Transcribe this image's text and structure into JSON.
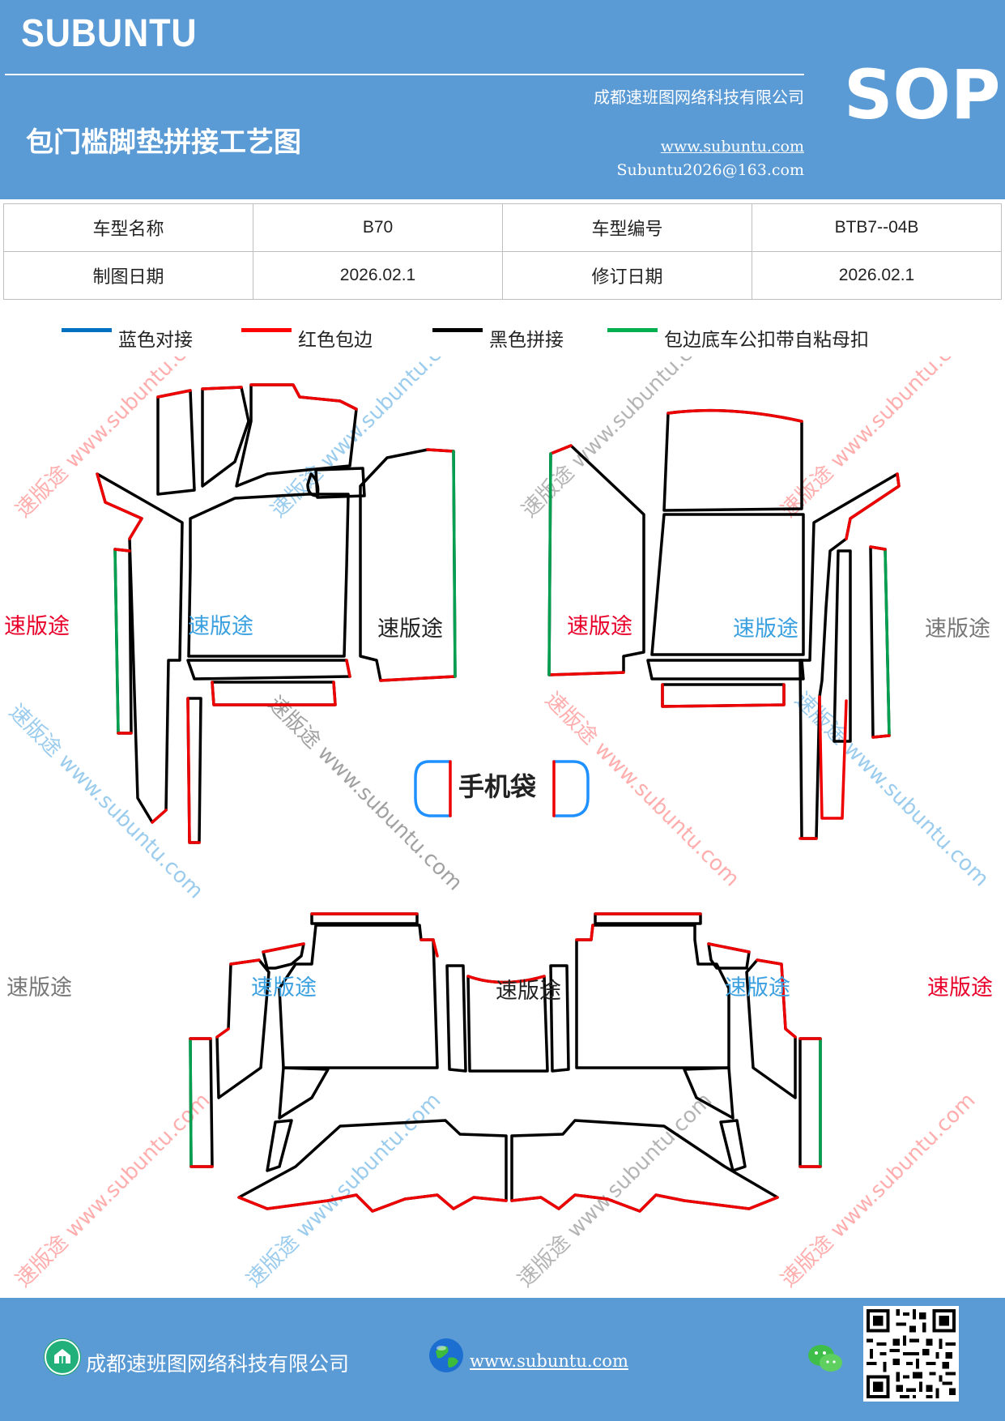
{
  "header": {
    "brand": "SUBUNTU",
    "sop": "SOP",
    "company": "成都速班图网络科技有限公司",
    "title": "包门槛脚垫拼接工艺图",
    "website": "www.subuntu.com",
    "email": "Subuntu2026@163.com"
  },
  "info": {
    "model_name_label": "车型名称",
    "model_name": "B70",
    "model_code_label": "车型编号",
    "model_code": "BTB7--04B",
    "draw_date_label": "制图日期",
    "draw_date": "2026.02.1",
    "revision_date_label": "修订日期",
    "revision_date": "2026.02.1"
  },
  "legend": [
    {
      "label": "蓝色对接",
      "color": "#0070c0"
    },
    {
      "label": "红色包边",
      "color": "#ff0000"
    },
    {
      "label": "黑色拼接",
      "color": "#000000"
    },
    {
      "label": "包边底车公扣带自粘母扣",
      "color": "#00b050"
    }
  ],
  "drawing": {
    "phone_bag_label": "手机袋",
    "brand_labels": [
      "速版途",
      "速版途",
      "速版途",
      "速版途",
      "速版途",
      "速版途",
      "速版途",
      "速版途",
      "速版途",
      "速版途",
      "速版途"
    ],
    "watermark_text": "速版途 www.subuntu.com"
  },
  "footer": {
    "company": "成都速班图网络科技有限公司",
    "website": "www.subuntu.com"
  },
  "colors": {
    "header_bg": "#5b9bd5",
    "red": "#ff0000",
    "blue": "#0070c0",
    "green": "#00b050",
    "black": "#000000"
  }
}
